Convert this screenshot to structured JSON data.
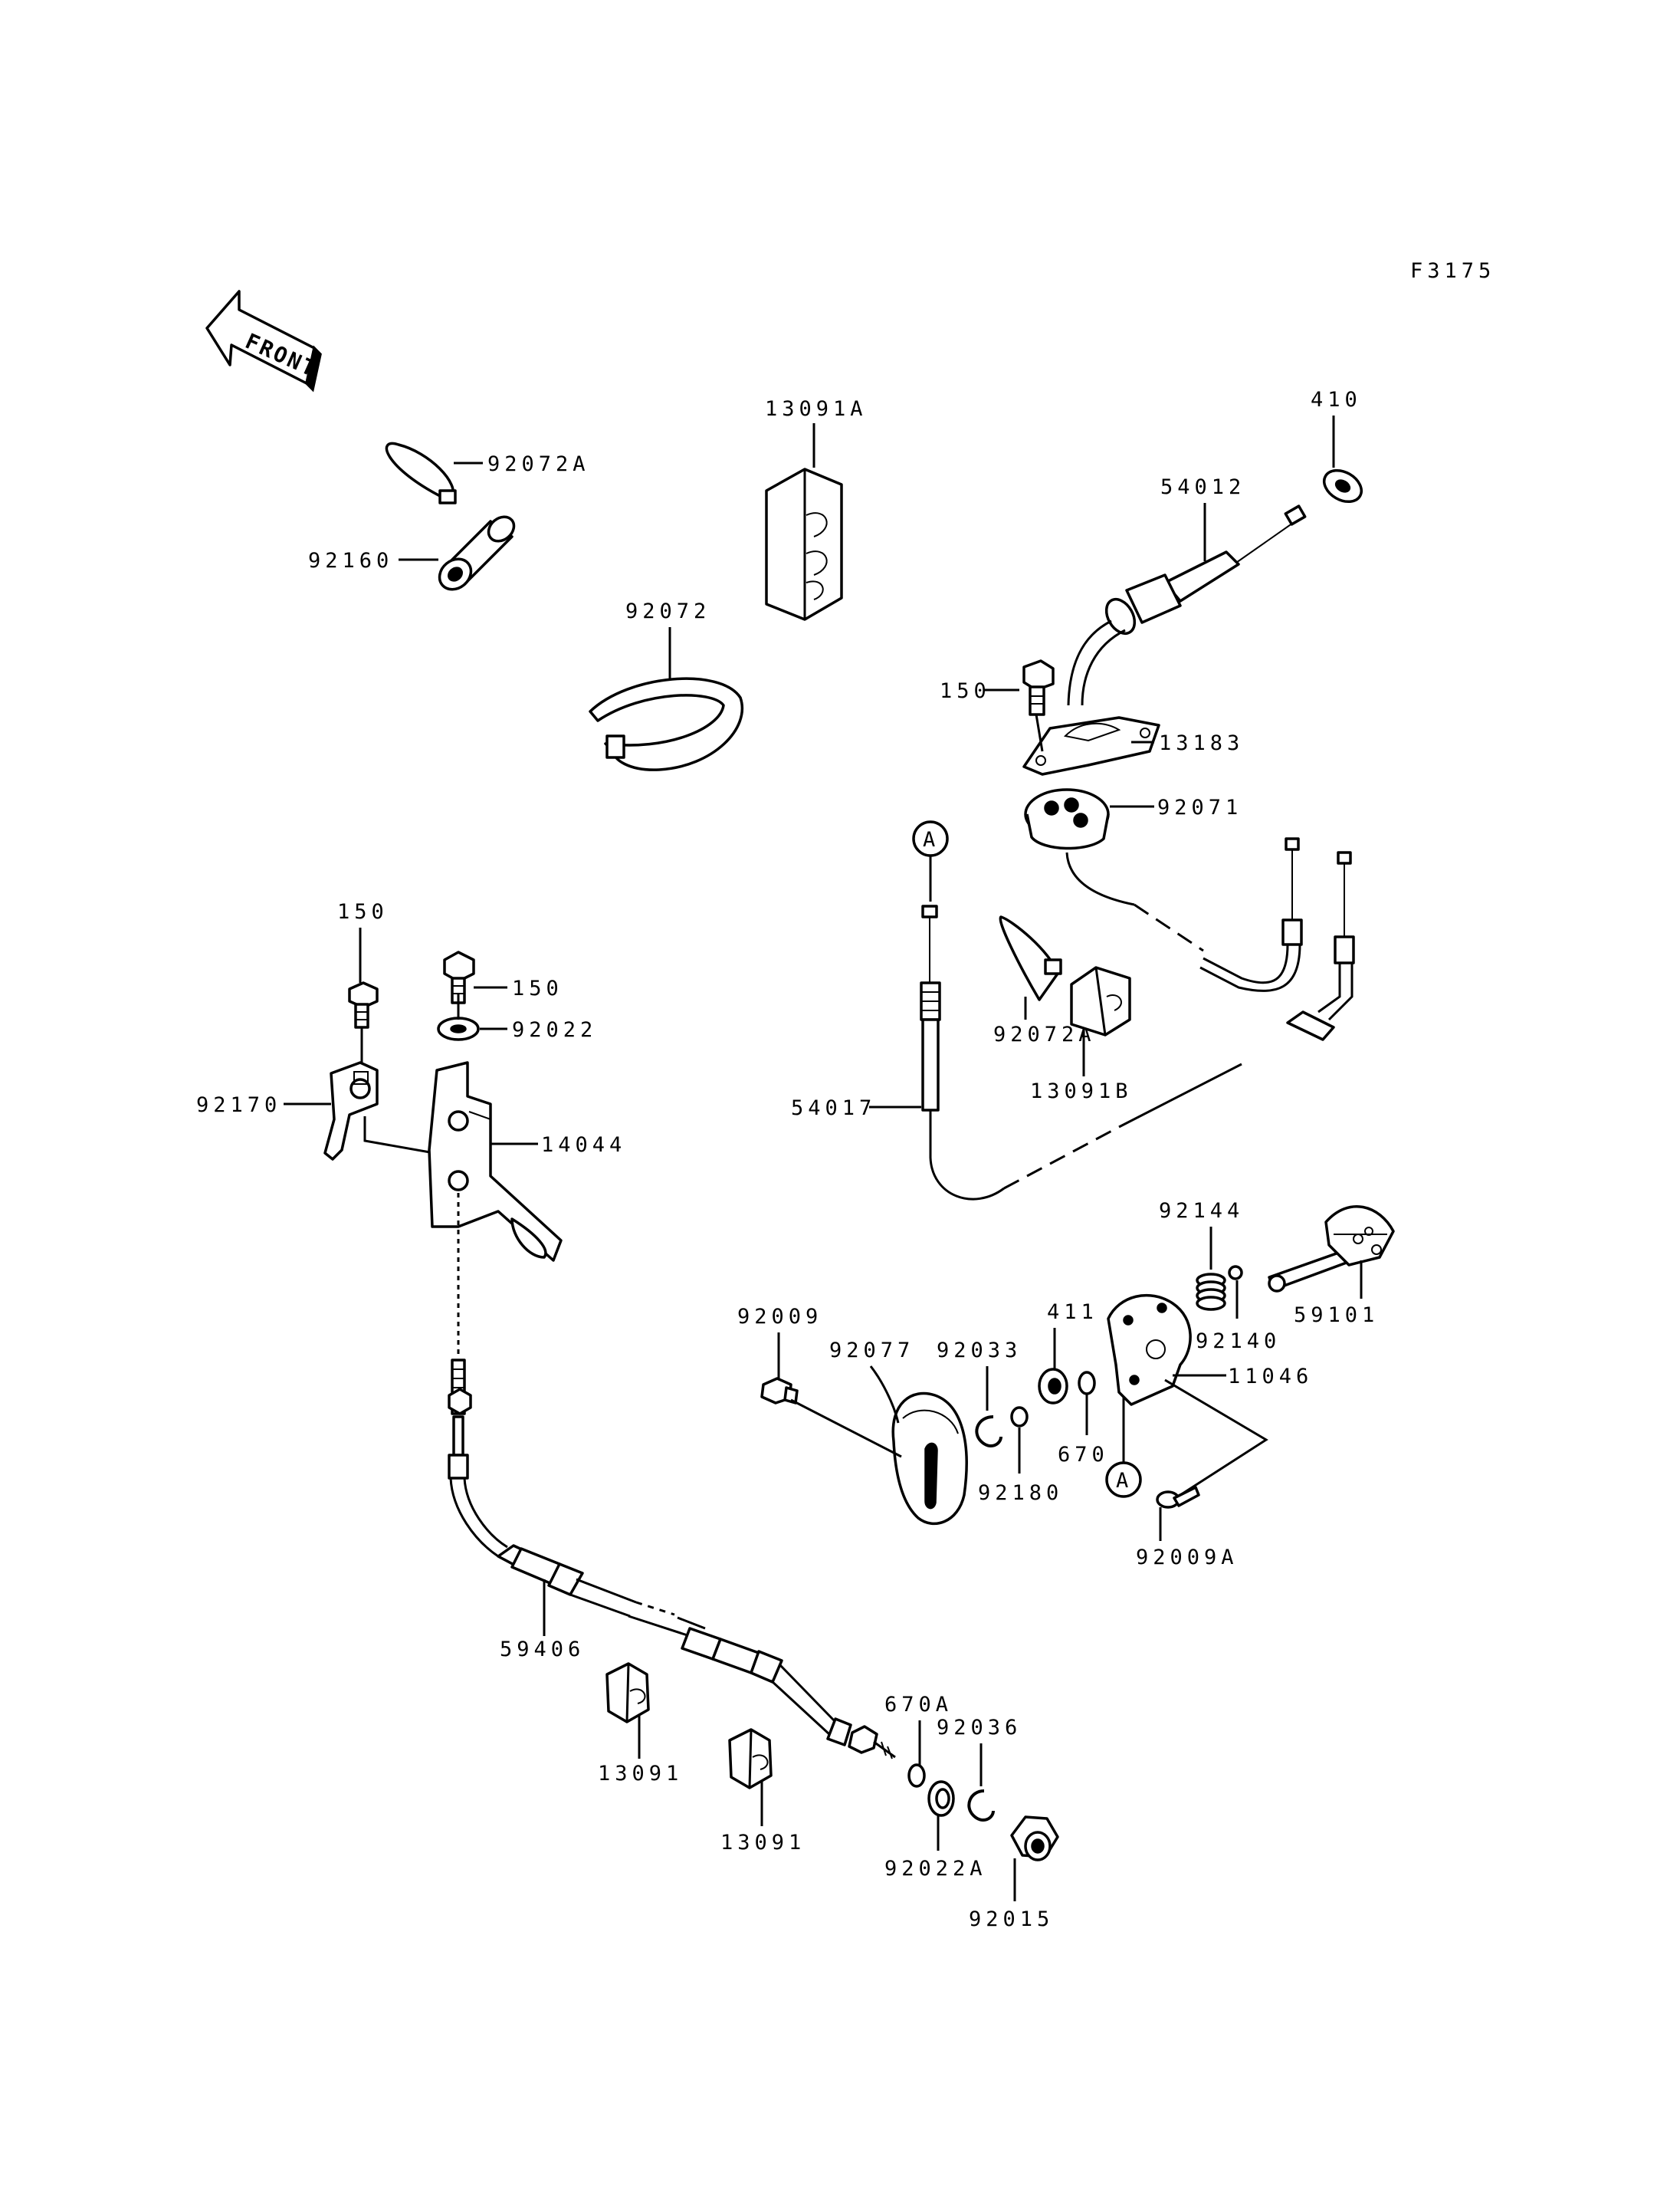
{
  "figure_code": "F3175",
  "front_label": "FRONT",
  "ref_marker": "A",
  "parts": {
    "p92072A_top": "92072A",
    "p92160": "92160",
    "p13091A": "13091A",
    "p92072": "92072",
    "p410": "410",
    "p54012": "54012",
    "p150_top": "150",
    "p13183": "13183",
    "p92071": "92071",
    "p92072A_mid": "92072A",
    "p13091B": "13091B",
    "p54017": "54017",
    "p150_a": "150",
    "p150_b": "150",
    "p92022": "92022",
    "p92170": "92170",
    "p14044": "14044",
    "p92144": "92144",
    "p92140": "92140",
    "p59101": "59101",
    "p11046": "11046",
    "p411": "411",
    "p670": "670",
    "p92033": "92033",
    "p92180": "92180",
    "p92077": "92077",
    "p92009": "92009",
    "p92009A": "92009A",
    "p59406": "59406",
    "p13091_a": "13091",
    "p13091_b": "13091",
    "p670A": "670A",
    "p92036": "92036",
    "p92022A": "92022A",
    "p92015": "92015"
  }
}
